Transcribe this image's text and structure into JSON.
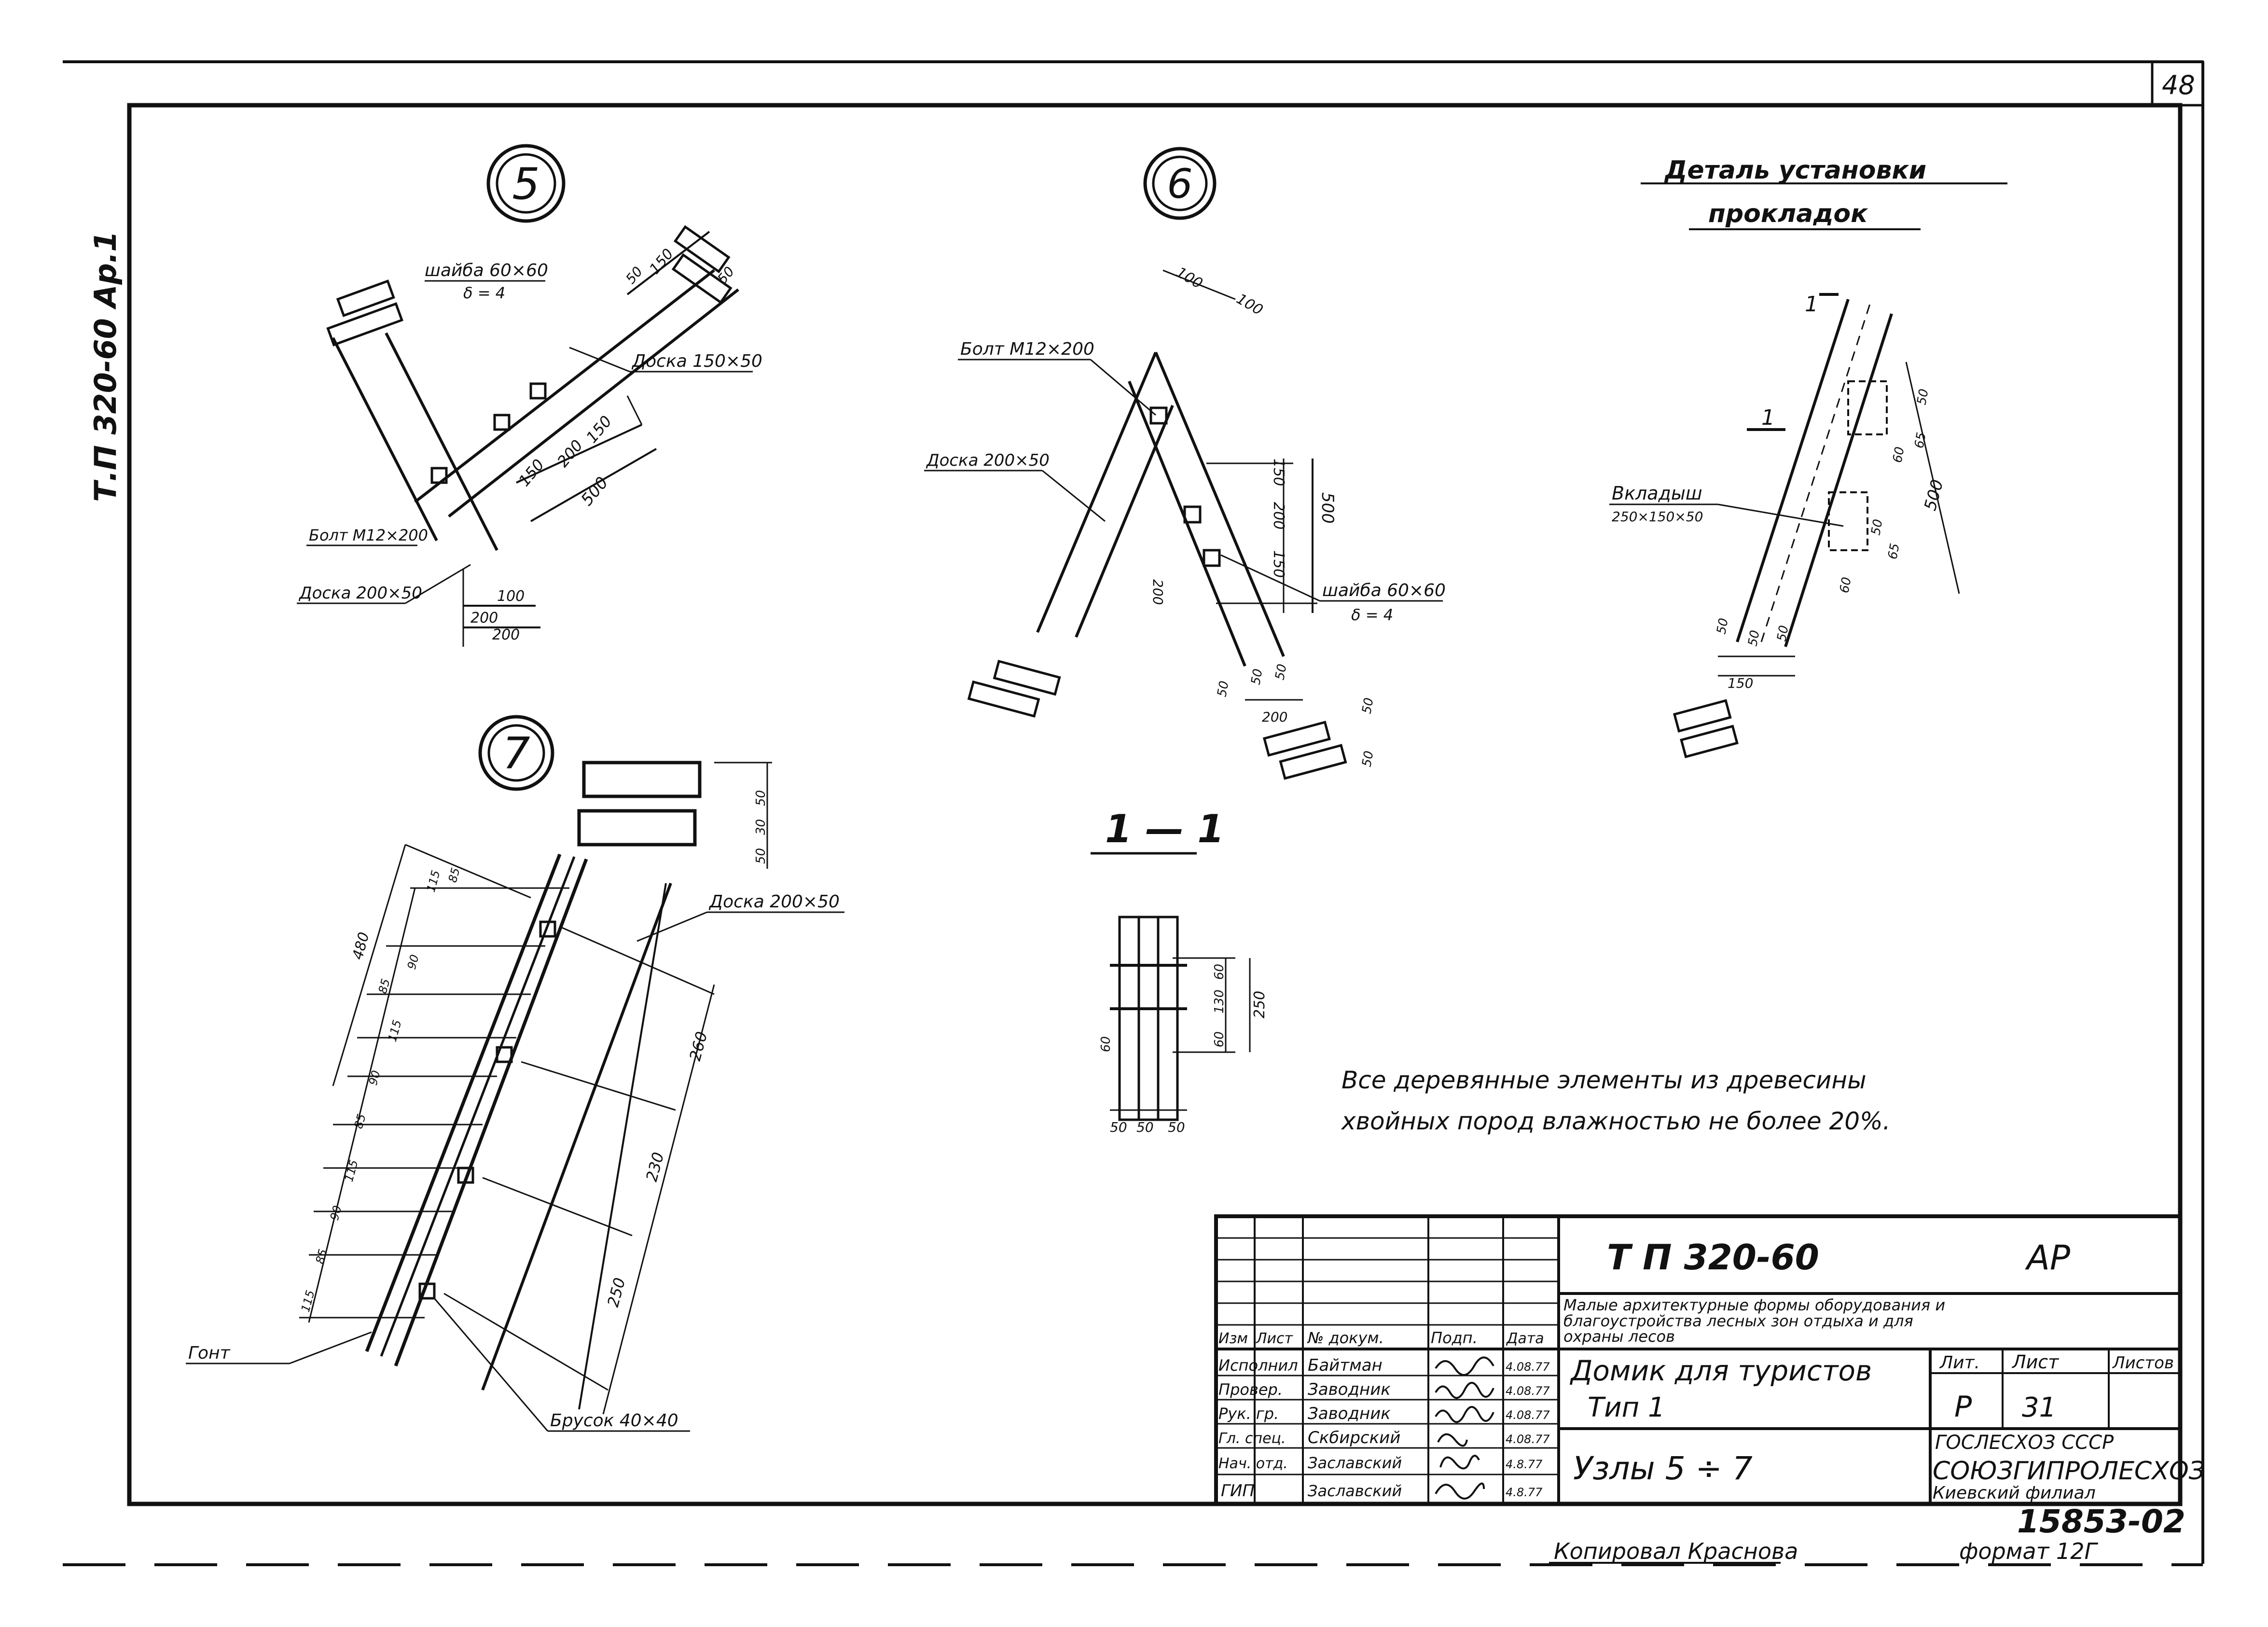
{
  "sheet": {
    "page_number": "48",
    "side_stamp": "Т.П 320-60  Ар.1",
    "note_line1": "Все деревянные элементы из древесины",
    "note_line2": "хвойных пород влажностью не более 20%.",
    "copied_by": "Копировал Краснова",
    "format": "формат 12Г",
    "archive_no": "15853-02"
  },
  "node5": {
    "mark": "5",
    "washer": "шайба 60×60",
    "washer_t": "δ = 4",
    "board_top": "Доска 150×50",
    "bolt": "Болт М12×200",
    "board_bottom": "Доска 200×50",
    "dims": [
      "150",
      "200",
      "150",
      "500",
      "200",
      "100",
      "200",
      "150",
      "50",
      "50"
    ]
  },
  "node6": {
    "mark": "6",
    "bolt": "Болт М12×200",
    "board": "Доска 200×50",
    "washer": "шайба 60×60",
    "washer_t": "δ = 4",
    "dims": [
      "100",
      "100",
      "150",
      "200",
      "150",
      "500",
      "200",
      "50",
      "50",
      "50",
      "200",
      "50",
      "50"
    ]
  },
  "node7": {
    "mark": "7",
    "board": "Доска 200×50",
    "shingle": "Гонт",
    "bar": "Брусок 40×40",
    "dims": [
      "480",
      "115",
      "85",
      "90",
      "115",
      "85",
      "90",
      "115",
      "85",
      "90",
      "115",
      "85",
      "260",
      "230",
      "250",
      "50",
      "30",
      "50"
    ]
  },
  "detail": {
    "title_l1": "Деталь установки",
    "title_l2": "прокладок",
    "section_mark": "1",
    "insert": "Вкладыш",
    "insert_size": "250×150×50",
    "dims": [
      "50",
      "65",
      "60",
      "500",
      "65",
      "50",
      "60",
      "150",
      "50",
      "50",
      "50"
    ]
  },
  "section11": {
    "title": "1 — 1",
    "dims": [
      "60",
      "130",
      "60",
      "250",
      "60",
      "50",
      "50",
      "50"
    ]
  },
  "title_block": {
    "code": "Т П  320-60",
    "stage_code": "АР",
    "project_line1": "Малые архитектурные формы оборудования и",
    "project_line2": "благоустройства лесных зон отдыха и для",
    "project_line3": "охраны лесов",
    "drawing_title": "Домик для туристов",
    "drawing_subtitle": "Тип 1",
    "sheet_title": "Узлы  5 ÷ 7",
    "col_headers": [
      "Изм",
      "Лист",
      "№ докум.",
      "Подп.",
      "Дата"
    ],
    "lit_label": "Лит.",
    "sheet_label": "Лист",
    "sheets_label": "Листов",
    "lit_value": "Р",
    "sheet_value": "31",
    "org1": "ГОСЛЕСХОЗ СССР",
    "org2": "СОЮЗГИПРОЛЕСХОЗ",
    "org3": "Киевский филиал",
    "staff": [
      {
        "role": "Исполнил",
        "name": "Байтман",
        "date": "4.08.77"
      },
      {
        "role": "Провер.",
        "name": "Заводник",
        "date": "4.08.77"
      },
      {
        "role": "Рук. гр.",
        "name": "Заводник",
        "date": "4.08.77"
      },
      {
        "role": "Гл. спец.",
        "name": "Скбирский",
        "date": "4.08.77"
      },
      {
        "role": "Нач. отд.",
        "name": "Заславский",
        "date": "4.8.77"
      },
      {
        "role": "ГИП",
        "name": "Заславский",
        "date": "4.8.77"
      }
    ]
  }
}
